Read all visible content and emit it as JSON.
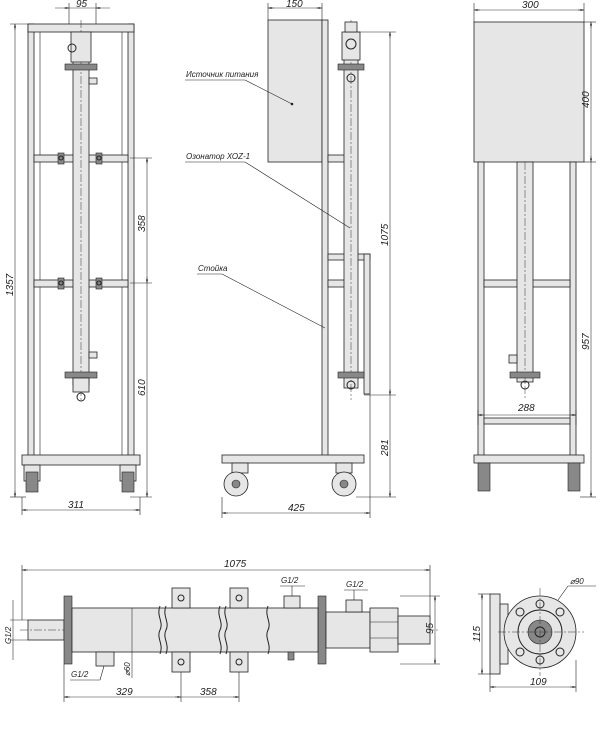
{
  "front_view": {
    "dims": {
      "width_top": "95",
      "height_total": "1357",
      "height_mid": "358",
      "height_low": "610",
      "width_bottom": "311"
    }
  },
  "side_view": {
    "dims": {
      "width_top": "150",
      "height_1075": "1075",
      "height_281": "281",
      "width_bottom": "425"
    },
    "labels": {
      "power_supply": "Источник питания",
      "ozonator": "Озонатор ХОZ-1",
      "stand": "Стойка"
    }
  },
  "right_view": {
    "dims": {
      "width_top": "300",
      "height_400": "400",
      "height_957": "957",
      "inner_width": "288"
    }
  },
  "ozonator_view": {
    "dims": {
      "length": "1075",
      "g_left": "G1/2",
      "g_bottom": "G1/2",
      "g_top_1": "G1/2",
      "g_top_2": "G1/2",
      "diameter_60": "⌀60",
      "height_95": "95",
      "offset_329": "329",
      "offset_358": "358"
    }
  },
  "flange_view": {
    "dims": {
      "diameter_90": "⌀90",
      "height_115": "115",
      "width_109": "109"
    }
  }
}
